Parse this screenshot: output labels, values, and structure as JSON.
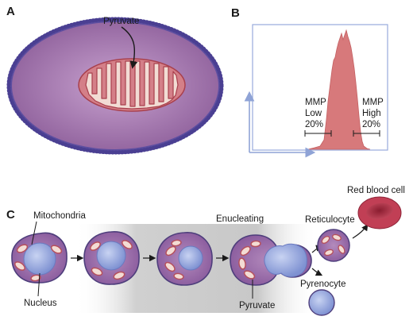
{
  "panels": {
    "a": {
      "letter": "A",
      "label": "Pyruvate"
    },
    "b": {
      "letter": "B",
      "low_lines": [
        "MMP",
        "Low",
        "20%"
      ],
      "high_lines": [
        "MMP",
        "High",
        "20%"
      ]
    },
    "c": {
      "letter": "C",
      "mitochondria_label": "Mitochondria",
      "nucleus_label": "Nucleus",
      "enucleating_label": "Enucleating",
      "pyruvate_label": "Pyruvate",
      "reticulocyte_label": "Reticulocyte",
      "rbc_label": "Red blood cell",
      "pyrenocyte_label": "Pyrenocyte"
    }
  },
  "colors": {
    "cell_fill": "#9b6ea6",
    "cell_border": "#5a4f9c",
    "mito_fill": "#d98088",
    "mito_inner": "#f3dcd6",
    "nucleus_fill": "#8ea3dc",
    "histogram_fill": "#d97a7a",
    "axis": "#8fa3d6",
    "rbc": "#b83e52"
  }
}
